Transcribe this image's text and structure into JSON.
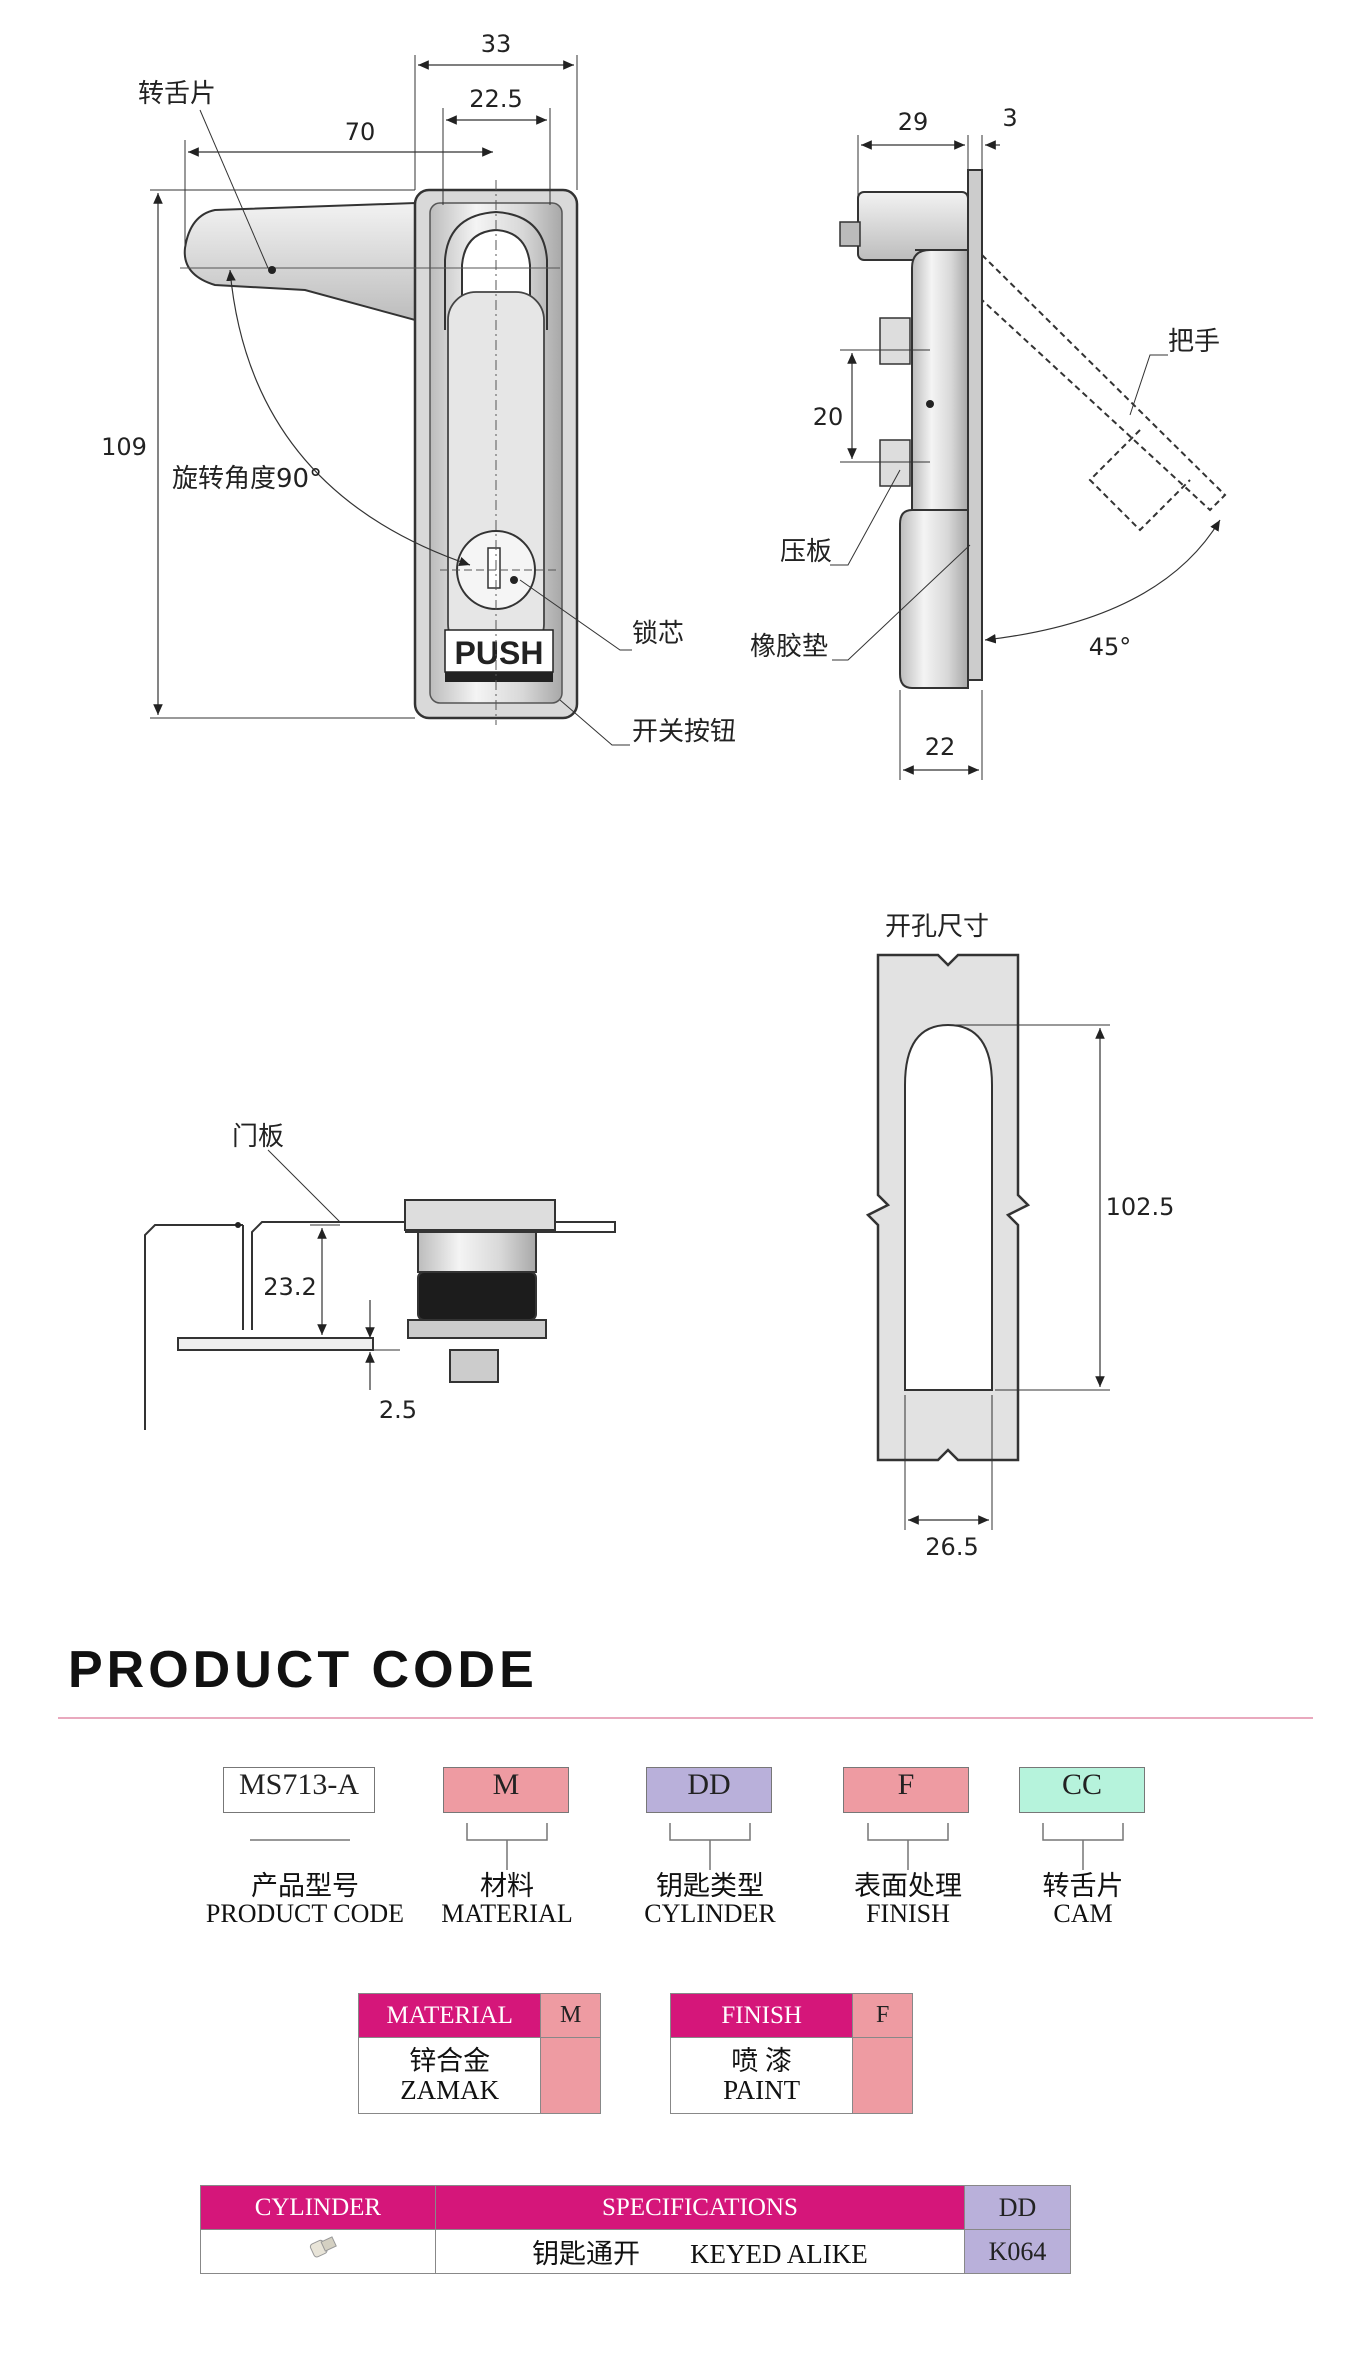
{
  "front_view": {
    "dims": {
      "width_total": "33",
      "body_width": "22.5",
      "cam_span": "70",
      "height": "109"
    },
    "labels": {
      "cam": "转舌片",
      "rotation": "旋转角度90°",
      "lock_core": "锁芯",
      "switch_button": "开关按钮"
    },
    "push_text": "PUSH"
  },
  "side_view": {
    "dims": {
      "depth": "29",
      "plate": "3",
      "spacing": "20",
      "base": "22",
      "angle": "45°"
    },
    "labels": {
      "handle": "把手",
      "press_plate": "压板",
      "rubber_pad": "橡胶垫"
    }
  },
  "install_view": {
    "label": "门板",
    "dims": {
      "height": "23.2",
      "thickness": "2.5"
    }
  },
  "cutout_view": {
    "label": "开孔尺寸",
    "dims": {
      "height": "102.5",
      "width": "26.5"
    }
  },
  "product_code": {
    "title": "PRODUCT CODE",
    "segments": [
      {
        "code": "MS713-A",
        "zh": "产品型号",
        "en": "PRODUCT CODE",
        "color": "#ffffff"
      },
      {
        "code": "M",
        "zh": "材料",
        "en": "MATERIAL",
        "color": "#ee9ba2"
      },
      {
        "code": "DD",
        "zh": "钥匙类型",
        "en": "CYLINDER",
        "color": "#b9b0da"
      },
      {
        "code": "F",
        "zh": "表面处理",
        "en": "FINISH",
        "color": "#ee9ba2"
      },
      {
        "code": "CC",
        "zh": "转舌片",
        "en": "CAM",
        "color": "#b6f3dc"
      }
    ]
  },
  "material_table": {
    "header": "MATERIAL",
    "code": "M",
    "zh": "锌合金",
    "en": "ZAMAK"
  },
  "finish_table": {
    "header": "FINISH",
    "code": "F",
    "zh": "喷 漆",
    "en": "PAINT"
  },
  "cylinder_table": {
    "headers": [
      "CYLINDER",
      "SPECIFICATIONS",
      "DD"
    ],
    "row": {
      "icon": "key-cylinder-icon",
      "zh": "钥匙通开",
      "en": "KEYED ALIKE",
      "code": "K064"
    }
  },
  "colors": {
    "accent": "#d5167a",
    "pink": "#ee9ba2",
    "lavender": "#b9b0da",
    "mint": "#b6f3dc",
    "rule": "#e9a9be"
  }
}
